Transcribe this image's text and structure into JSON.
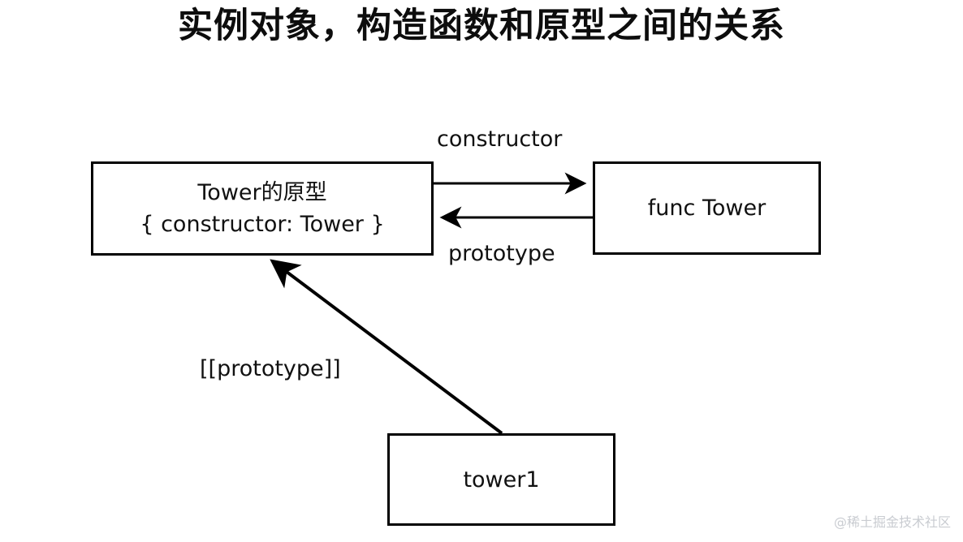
{
  "page": {
    "title": "实例对象，构造函数和原型之间的关系",
    "watermark": "@稀土掘金技术社区",
    "background_color": "#ffffff",
    "stroke_color": "#000000",
    "text_color": "#111111",
    "watermark_color": "#c9ccd1"
  },
  "diagram": {
    "type": "relationship-diagram",
    "nodes": [
      {
        "id": "prototype-object",
        "line1": "Tower的原型",
        "line2": "{ constructor: Tower }"
      },
      {
        "id": "constructor-function",
        "line1": "func Tower"
      },
      {
        "id": "instance-object",
        "line1": "tower1"
      }
    ],
    "edges": [
      {
        "id": "proto-to-func",
        "label": "constructor",
        "from": "prototype-object",
        "to": "constructor-function",
        "direction": "right"
      },
      {
        "id": "func-to-proto",
        "label": "prototype",
        "from": "constructor-function",
        "to": "prototype-object",
        "direction": "left"
      },
      {
        "id": "instance-to-proto",
        "label": "[[prototype]]",
        "from": "instance-object",
        "to": "prototype-object",
        "direction": "diagonal-up-left"
      }
    ]
  }
}
